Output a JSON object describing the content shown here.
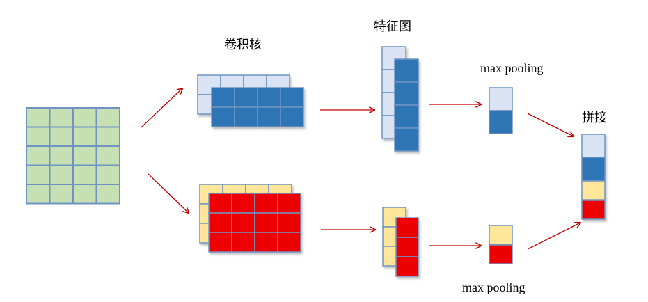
{
  "labels": {
    "kernel": "卷积核",
    "feature_map": "特征图",
    "max_pooling_top": "max pooling",
    "max_pooling_bottom": "max pooling",
    "concat": "拼接"
  },
  "colors": {
    "input_fill": "#c6e0b4",
    "grid_stroke": "#6f93c2",
    "light_blue": "#dae3f3",
    "dark_blue": "#2e75b6",
    "light_yellow": "#ffe699",
    "red": "#ee0000",
    "arrow": "#c00000"
  }
}
